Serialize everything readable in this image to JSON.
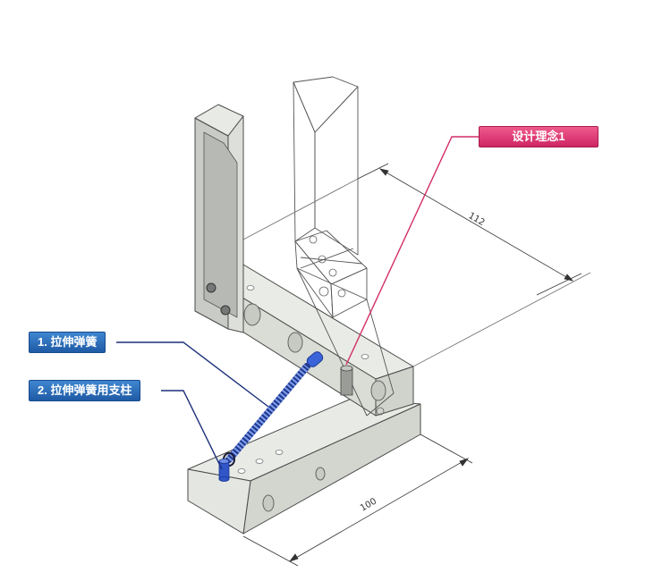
{
  "callouts": {
    "tension_spring": "1. 拉伸弹簧",
    "spring_post": "2. 拉伸弹簧用支柱",
    "design_concept": "设计理念1"
  },
  "dimensions": {
    "depth": "112",
    "width": "100"
  },
  "colors": {
    "callout_blue": "#2a6fbd",
    "callout_pink": "#e03a74",
    "spring_blue": "#2f55c8",
    "part_gray": "#dfe3dd"
  }
}
